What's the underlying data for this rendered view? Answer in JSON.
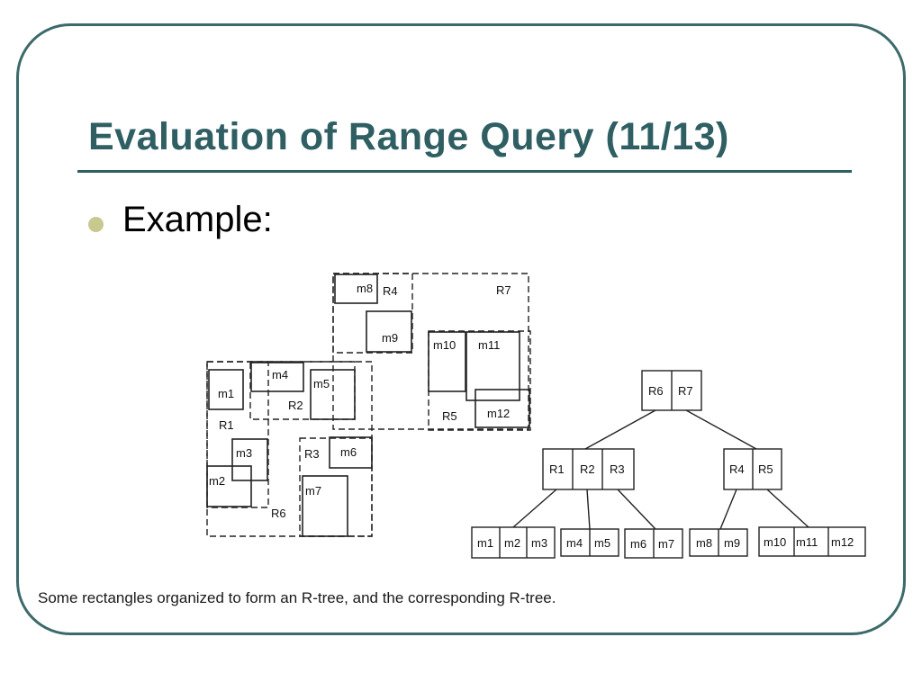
{
  "slide": {
    "title": "Evaluation of Range Query (11/13)",
    "bullet": "Example:",
    "caption": "Some rectangles organized to form an R-tree, and the corresponding R-tree."
  },
  "rects": {
    "R1": "R1",
    "R2": "R2",
    "R3": "R3",
    "R4": "R4",
    "R5": "R5",
    "R6": "R6",
    "R7": "R7",
    "m1": "m1",
    "m2": "m2",
    "m3": "m3",
    "m4": "m4",
    "m5": "m5",
    "m6": "m6",
    "m7": "m7",
    "m8": "m8",
    "m9": "m9",
    "m10": "m10",
    "m11": "m11",
    "m12": "m12"
  },
  "tree": {
    "root": [
      "R6",
      "R7"
    ],
    "level1": [
      [
        "R1",
        "R2",
        "R3"
      ],
      [
        "R4",
        "R5"
      ]
    ],
    "leaves": [
      [
        "m1",
        "m2",
        "m3"
      ],
      [
        "m4",
        "m5"
      ],
      [
        "m6",
        "m7"
      ],
      [
        "m8",
        "m9"
      ],
      [
        "m10",
        "m11",
        "m12"
      ]
    ]
  }
}
